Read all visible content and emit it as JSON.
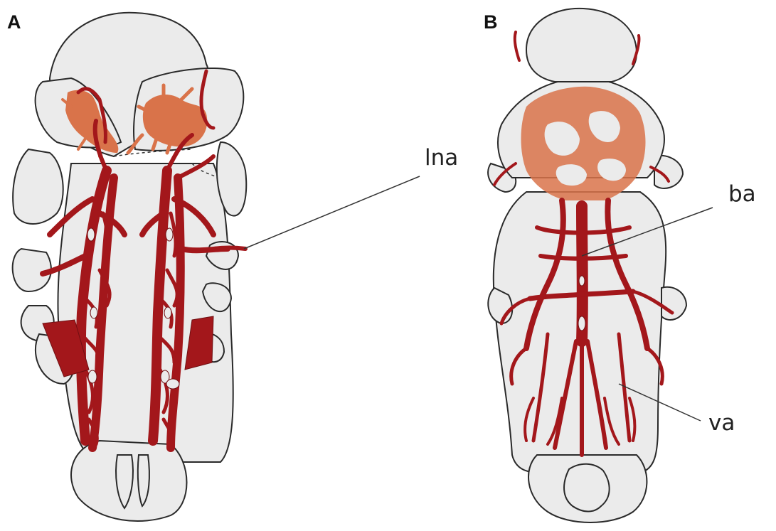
{
  "panels": [
    {
      "letter": "A"
    },
    {
      "letter": "B"
    }
  ],
  "labels": {
    "lna": "lna",
    "ba": "ba",
    "va": "va"
  },
  "colors": {
    "outline_fill": "#ebebeb",
    "vessel_red": "#a3171b",
    "vessel_orange": "#d9734a"
  }
}
